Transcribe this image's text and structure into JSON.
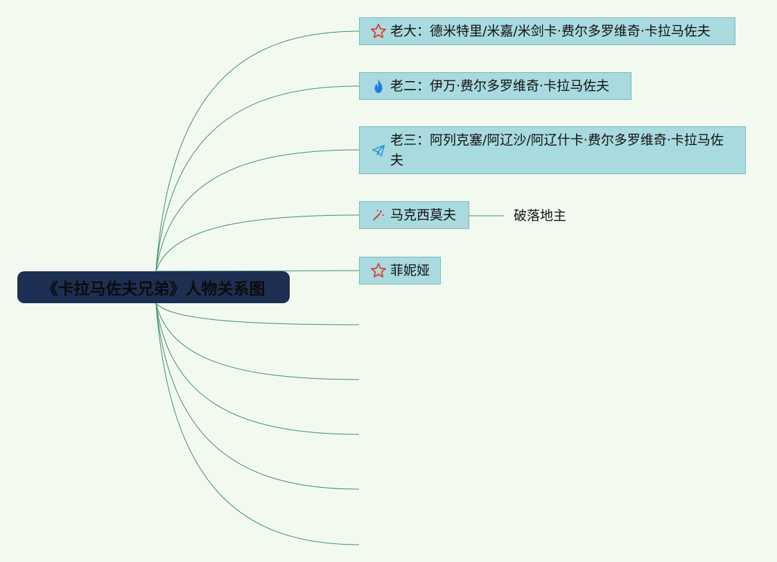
{
  "root": {
    "title": "《卡拉马佐夫兄弟》人物关系图"
  },
  "nodes": [
    {
      "label": "老大：德米特里/米嘉/米剑卡·费尔多罗维奇·卡拉马佐夫",
      "icon": "star-icon",
      "color": "#e03a2a"
    },
    {
      "label": "老二：伊万·费尔多罗维奇·卡拉马佐夫",
      "icon": "fire-icon",
      "color": "#1f7fe0"
    },
    {
      "label": "老三：阿列克塞/阿辽沙/阿辽什卡·费尔多罗维奇·卡拉马佐夫",
      "icon": "paper-plane-icon",
      "color": "#2a8fe0"
    },
    {
      "label": "马克西莫夫",
      "icon": "magic-wand-icon",
      "color": "#d0322a",
      "child": "破落地主"
    },
    {
      "label": "菲妮娅",
      "icon": "star-icon",
      "color": "#e03a2a"
    }
  ],
  "colors": {
    "background": "#f2faf0",
    "root_fill": "#1d2f52",
    "node_fill": "#a9dadf",
    "line": "#3f8a6e"
  }
}
